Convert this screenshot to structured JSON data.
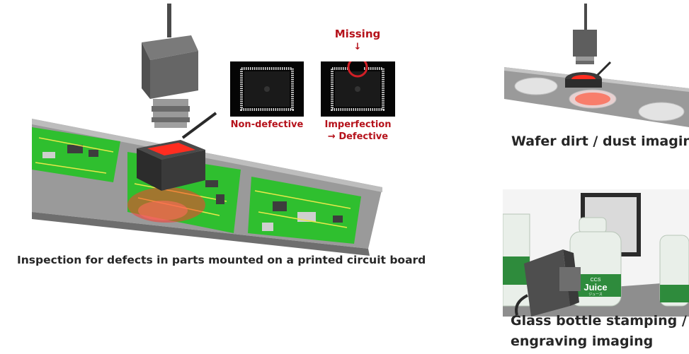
{
  "pcb_scene": {
    "caption": "Inspection for defects in parts mounted on a printed circuit board",
    "missing_label": "Missing",
    "missing_arrow": "↓",
    "nondefective_label": "Non-defective",
    "defective_label_line1": "Imperfection",
    "defective_label_line2": "→ Defective"
  },
  "wafer_scene": {
    "caption": "Wafer dirt / dust imaging"
  },
  "bottle_scene": {
    "caption_line1": "Glass bottle stamping /",
    "caption_line2": "engraving imaging",
    "label_brand": "CCS",
    "label_word": "Juice",
    "label_sub": "ジュース"
  },
  "colors": {
    "accent_red": "#b5121b",
    "pcb_green": "#2fbf2f",
    "light_red": "#ff3b2f",
    "camera_grey": "#5a5a5a"
  }
}
